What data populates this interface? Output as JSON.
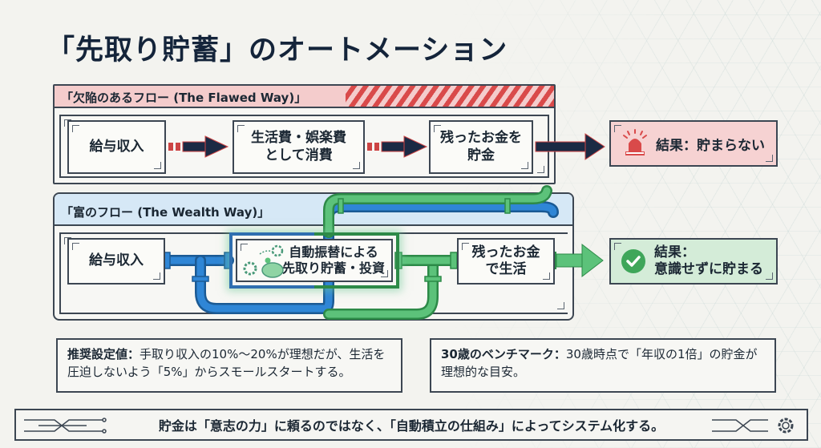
{
  "title": "「先取り貯蓄」のオートメーション",
  "flawed": {
    "header": "「欠陥のあるフロー (The Flawed Way)」",
    "steps": [
      "給与収入",
      "生活費・娯楽費\nとして消費",
      "残ったお金を\n貯金"
    ],
    "result": "結果：貯まらない",
    "result_icon": "siren-icon",
    "accent": "#d94a4a"
  },
  "wealth": {
    "header": "「富のフロー (The Wealth Way)」",
    "steps": [
      "給与収入",
      "自動振替による\n先取り貯蓄・投資",
      "残ったお金\nで生活"
    ],
    "result": "結果：\n意識せずに貯まる",
    "result_icon": "check-icon",
    "step_icon": "gear-piggybank-icon",
    "accent_blue": "#2f7fc9",
    "accent_green": "#4bb46a"
  },
  "notes": [
    {
      "label": "推奨設定値：",
      "text": "手取り収入の10%〜20%が理想だが、生活を圧迫しないよう「5%」からスモールスタートする。"
    },
    {
      "label": "30歳のベンチマーク：",
      "text": "30歳時点で「年収の1倍」の貯金が理想的な目安。"
    }
  ],
  "footer": "貯金は「意志の力」に頼るのではなく、「自動積立の仕組み」によってシステム化する。",
  "footer_icons": [
    "circuit-icon",
    "gear-icon"
  ]
}
